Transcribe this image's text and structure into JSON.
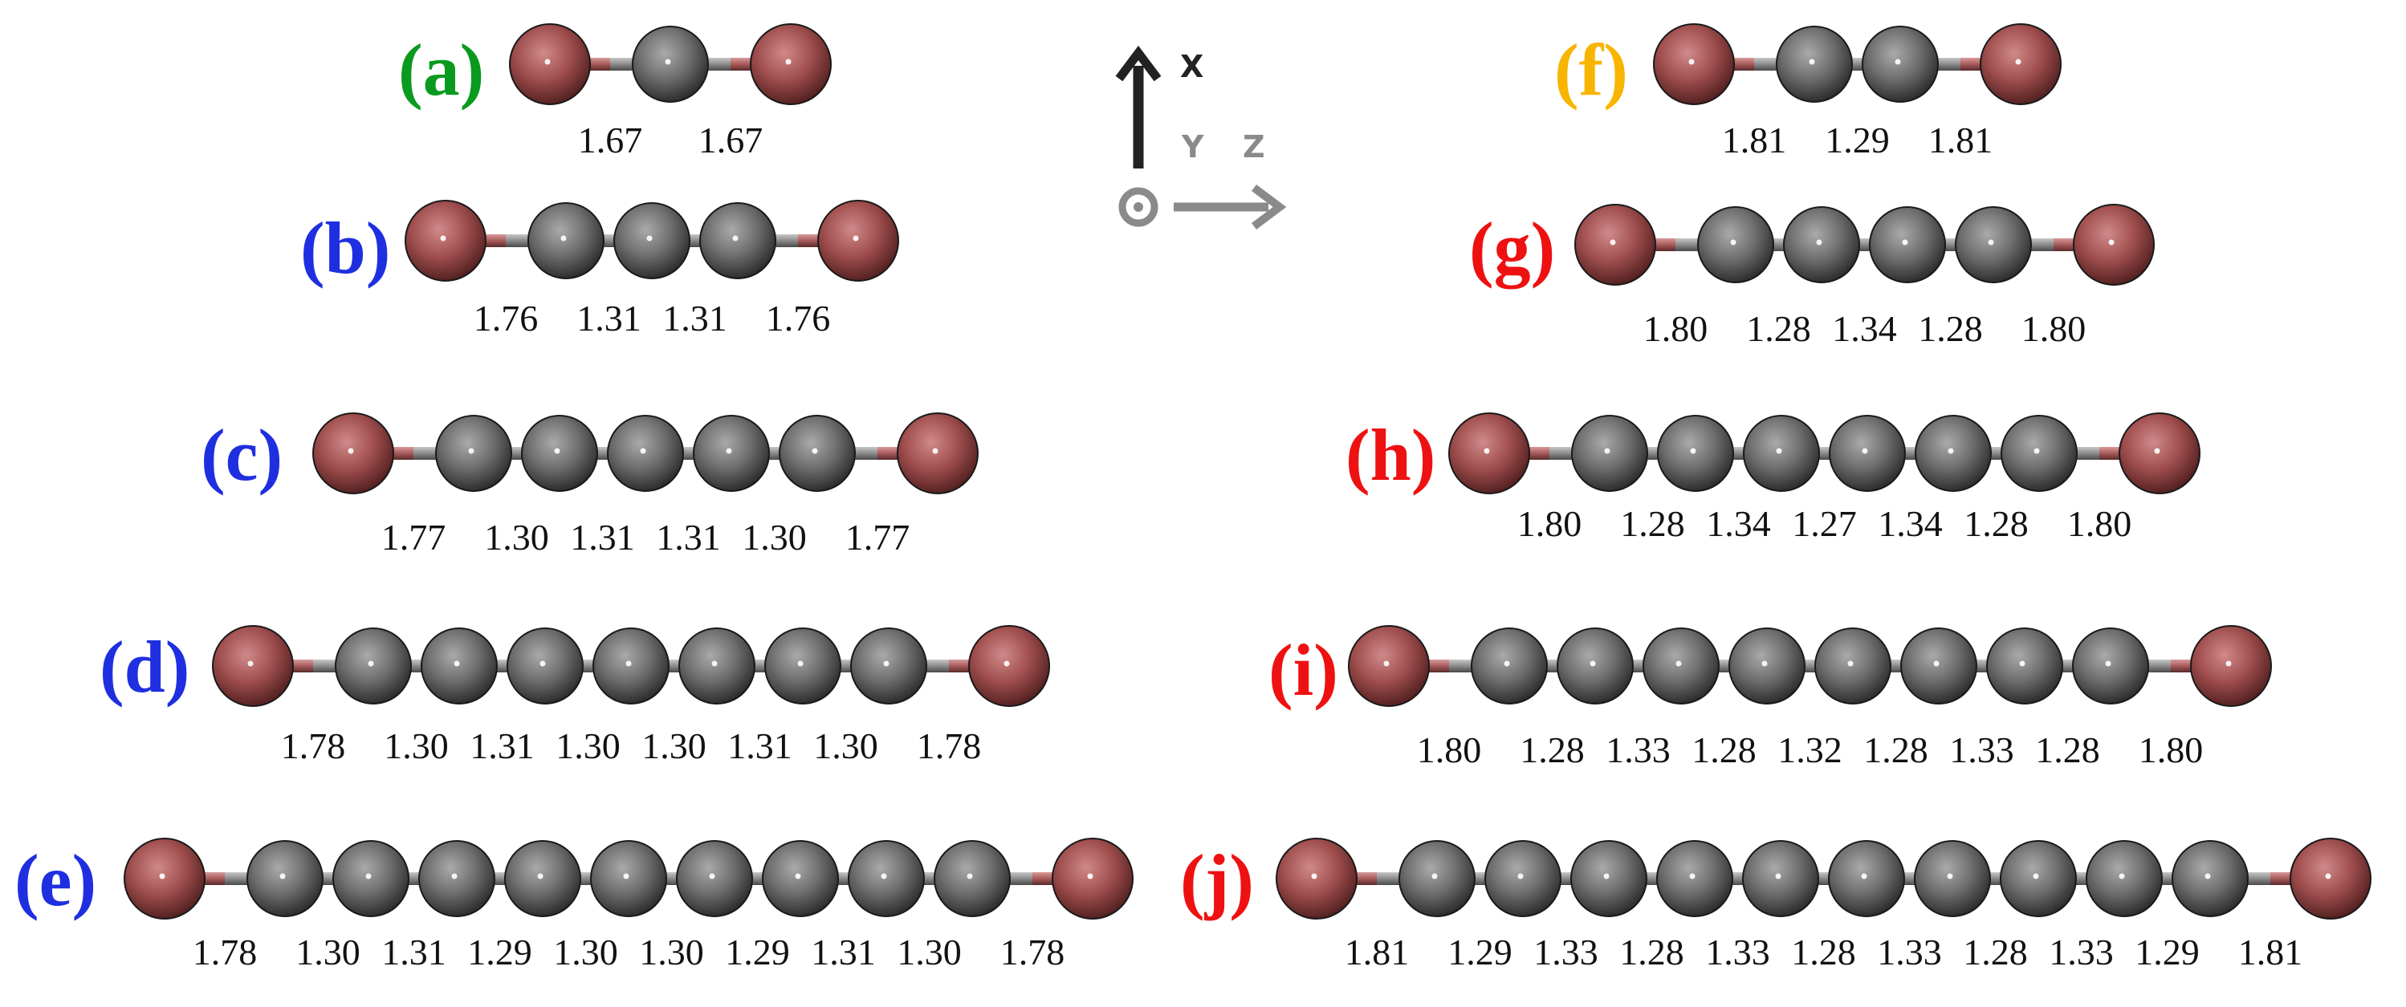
{
  "colors": {
    "green_label": "#0a9a1e",
    "blue_label": "#1f2fe0",
    "orange_label": "#f7b500",
    "red_label": "#ee1111",
    "bromine_atom": "#a04e4e",
    "carbon_atom": "#6e6e6e",
    "axis_dark": "#222222",
    "axis_gray": "#8a8a8a"
  },
  "axes": {
    "x_label": "X",
    "y_label": "Y",
    "z_label": "Z"
  },
  "panels": [
    {
      "label": "(a)",
      "label_color": "green",
      "carbons": 1,
      "bond_lengths": [
        "1.67",
        "1.67"
      ]
    },
    {
      "label": "(b)",
      "label_color": "blue",
      "carbons": 3,
      "bond_lengths": [
        "1.76",
        "1.31",
        "1.31",
        "1.76"
      ]
    },
    {
      "label": "(c)",
      "label_color": "blue",
      "carbons": 5,
      "bond_lengths": [
        "1.77",
        "1.30",
        "1.31",
        "1.31",
        "1.30",
        "1.77"
      ]
    },
    {
      "label": "(d)",
      "label_color": "blue",
      "carbons": 7,
      "bond_lengths": [
        "1.78",
        "1.30",
        "1.31",
        "1.30",
        "1.30",
        "1.31",
        "1.30",
        "1.78"
      ]
    },
    {
      "label": "(e)",
      "label_color": "blue",
      "carbons": 9,
      "bond_lengths": [
        "1.78",
        "1.30",
        "1.31",
        "1.29",
        "1.30",
        "1.30",
        "1.29",
        "1.31",
        "1.30",
        "1.78"
      ]
    },
    {
      "label": "(f)",
      "label_color": "orange",
      "carbons": 2,
      "bond_lengths": [
        "1.81",
        "1.29",
        "1.81"
      ]
    },
    {
      "label": "(g)",
      "label_color": "red",
      "carbons": 4,
      "bond_lengths": [
        "1.80",
        "1.28",
        "1.34",
        "1.28",
        "1.80"
      ]
    },
    {
      "label": "(h)",
      "label_color": "red",
      "carbons": 6,
      "bond_lengths": [
        "1.80",
        "1.28",
        "1.34",
        "1.27",
        "1.34",
        "1.28",
        "1.80"
      ]
    },
    {
      "label": "(i)",
      "label_color": "red",
      "carbons": 8,
      "bond_lengths": [
        "1.80",
        "1.28",
        "1.33",
        "1.28",
        "1.32",
        "1.28",
        "1.33",
        "1.28",
        "1.80"
      ]
    },
    {
      "label": "(j)",
      "label_color": "red",
      "carbons": 10,
      "bond_lengths": [
        "1.81",
        "1.29",
        "1.33",
        "1.28",
        "1.33",
        "1.28",
        "1.33",
        "1.28",
        "1.33",
        "1.29",
        "1.81"
      ]
    }
  ]
}
